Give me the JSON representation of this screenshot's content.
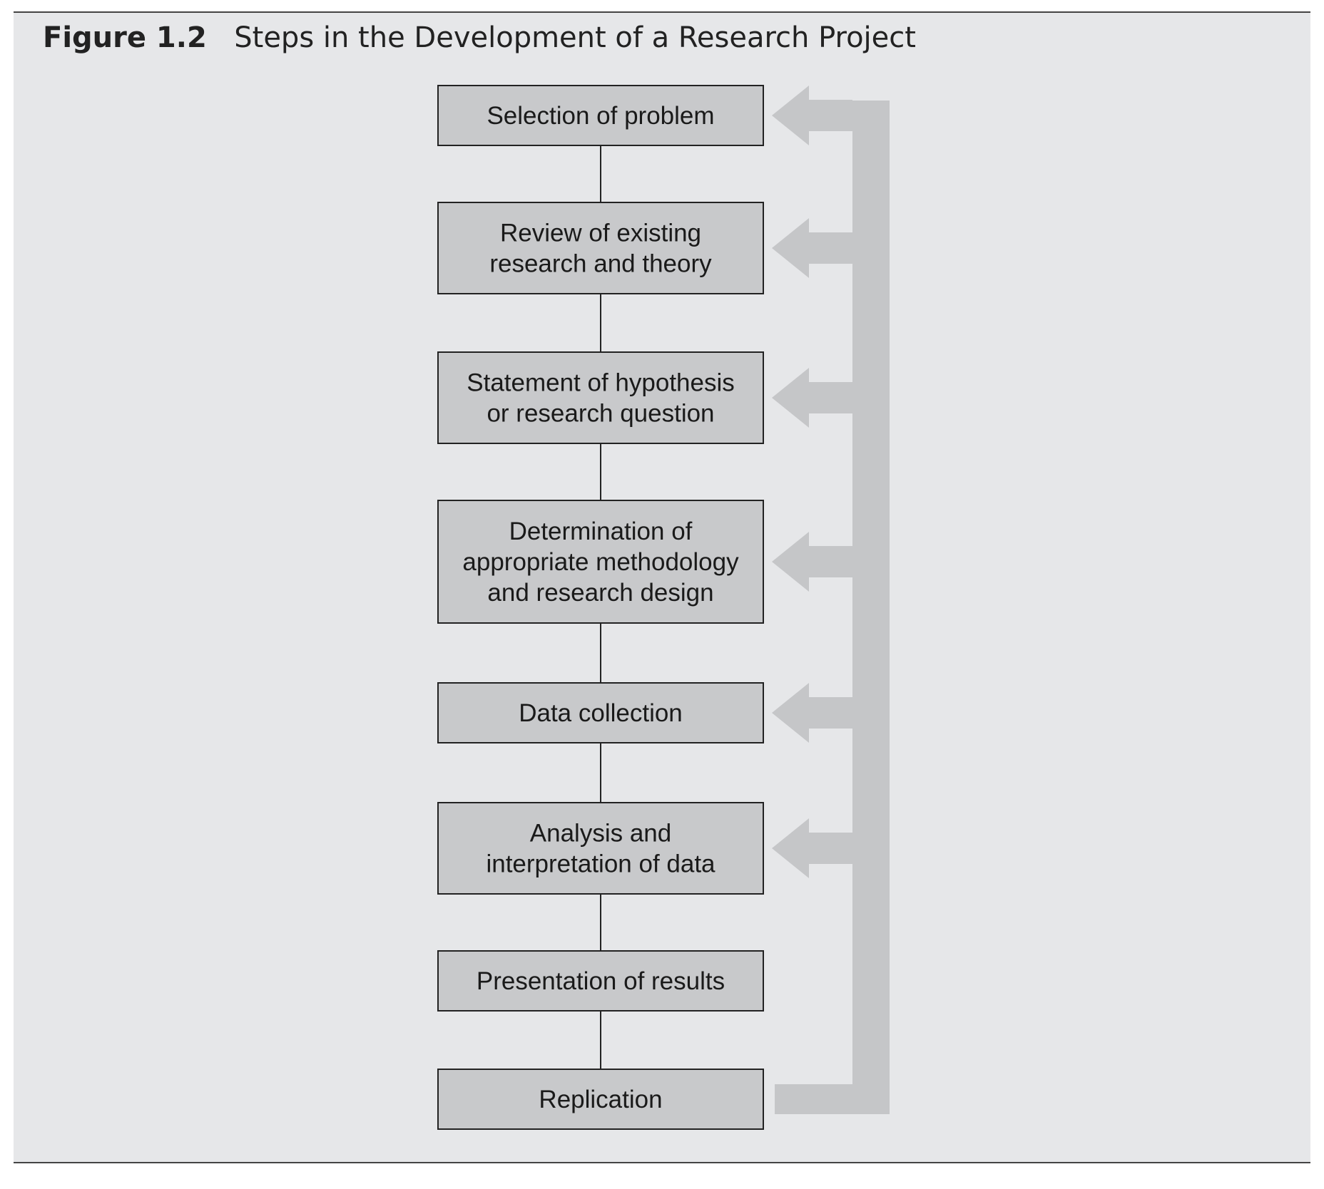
{
  "figure": {
    "label": "Figure 1.2",
    "title": "Steps in the Development of a Research Project"
  },
  "steps": [
    {
      "lines": [
        "Selection of problem"
      ]
    },
    {
      "lines": [
        "Review of existing",
        "research and theory"
      ]
    },
    {
      "lines": [
        "Statement of hypothesis",
        "or research question"
      ]
    },
    {
      "lines": [
        "Determination of",
        "appropriate methodology",
        "and research design"
      ]
    },
    {
      "lines": [
        "Data collection"
      ]
    },
    {
      "lines": [
        "Analysis and",
        "interpretation of data"
      ]
    },
    {
      "lines": [
        "Presentation of results"
      ]
    },
    {
      "lines": [
        "Replication"
      ]
    }
  ],
  "feedback": {
    "from_step": 7,
    "to_steps": [
      0,
      1,
      2,
      3,
      4,
      5
    ]
  },
  "colors": {
    "panel": "#e6e7e9",
    "box_fill": "#c8c9cb",
    "box_stroke": "#222222",
    "arrow": "#c5c6c8",
    "connector": "#222222"
  }
}
